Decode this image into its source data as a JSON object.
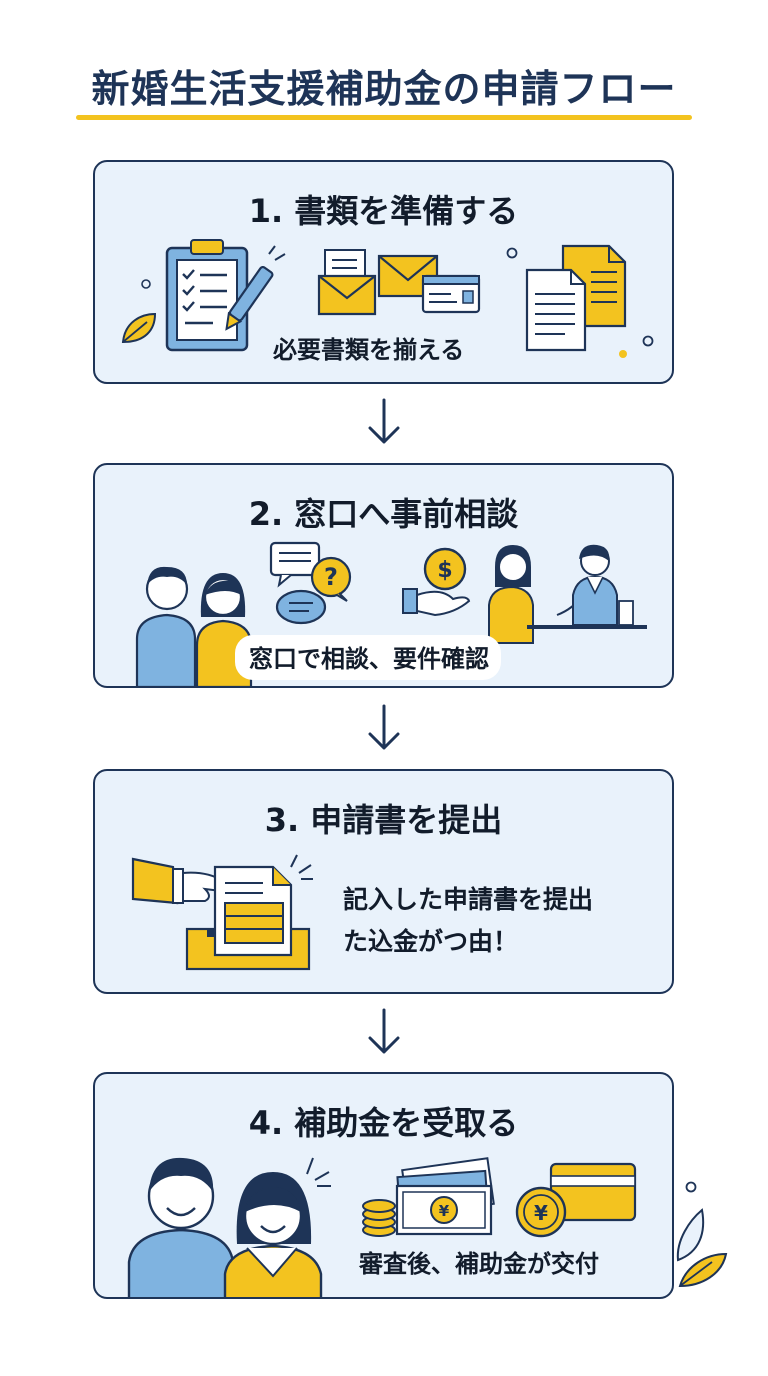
{
  "title": "新婚生活支援補助金の申請フロー",
  "colors": {
    "navy": "#1e3457",
    "accent": "#f3c31f",
    "card_bg": "#e9f2fb",
    "person_blue": "#7fb3e0"
  },
  "steps": [
    {
      "title": "1. 書類を準備する",
      "caption": "必要書類を揃える",
      "icons": [
        "clipboard-checklist-icon",
        "pen-icon",
        "envelope-icon",
        "id-card-icon",
        "documents-icon"
      ]
    },
    {
      "title": "2. 窓口へ事前相談",
      "caption": "窓口で相談、要件確認",
      "icons": [
        "couple-icon",
        "chat-bubbles-icon",
        "question-icon",
        "dollar-coin-icon",
        "hand-icon",
        "counselor-icon"
      ]
    },
    {
      "title": "3. 申請書を提出",
      "caption_line1": "記入した申請書を提出",
      "caption_line2": "た込金がつ由！",
      "icons": [
        "hand-submitting-icon",
        "application-form-icon",
        "ballot-box-icon"
      ]
    },
    {
      "title": "4. 補助金を受取る",
      "caption": "審査後、補助金が交付",
      "icons": [
        "happy-couple-icon",
        "banknotes-icon",
        "yen-coin-icon",
        "credit-card-icon",
        "coin-stack-icon",
        "leaf-icon"
      ]
    }
  ],
  "yen_symbol": "¥",
  "dollar_symbol": "$"
}
